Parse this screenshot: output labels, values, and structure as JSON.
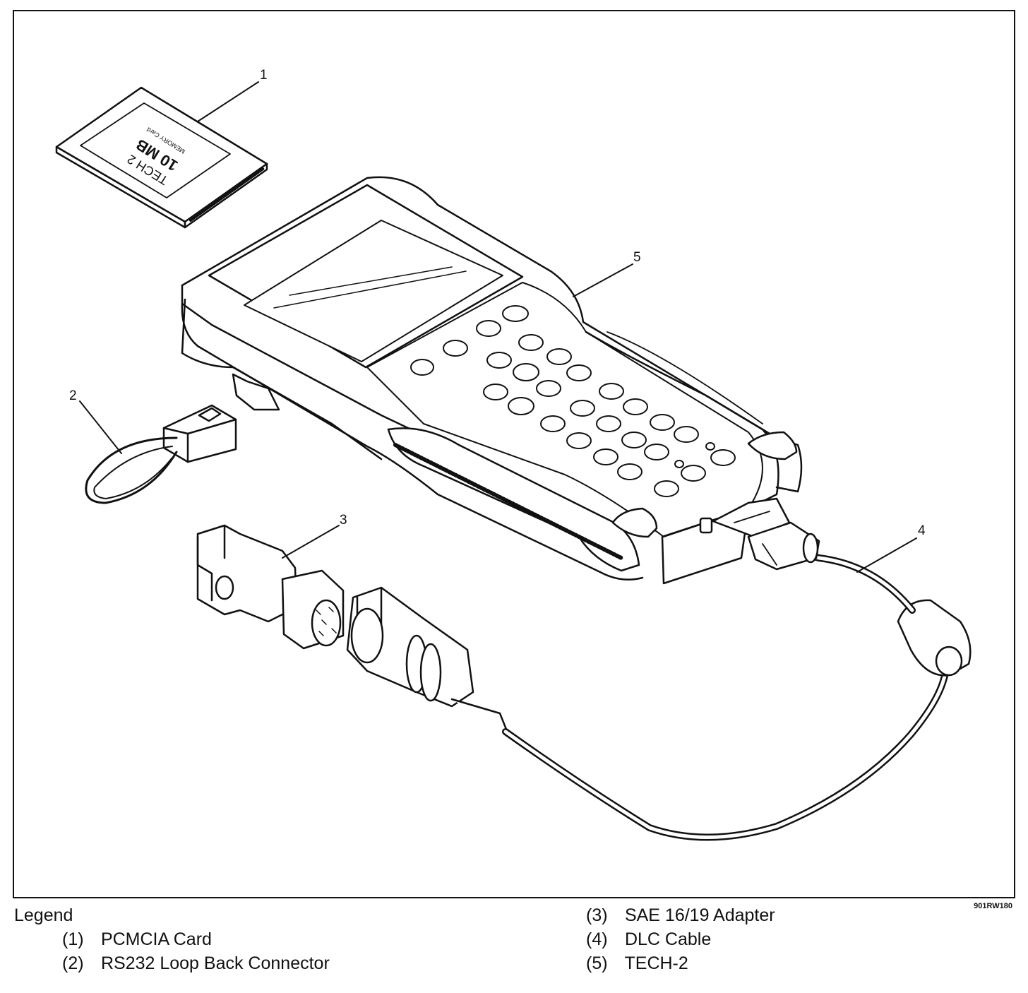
{
  "figure": {
    "id": "901RW180",
    "callouts": [
      "1",
      "2",
      "3",
      "4",
      "5"
    ]
  },
  "card": {
    "brand": "TECH 2",
    "capacity": "10 MB",
    "type": "MEMORY Card"
  },
  "legend": {
    "title": "Legend",
    "items": [
      {
        "num": "(1)",
        "label": "PCMCIA Card"
      },
      {
        "num": "(2)",
        "label": "RS232 Loop Back Connector"
      },
      {
        "num": "(3)",
        "label": "SAE 16/19 Adapter"
      },
      {
        "num": "(4)",
        "label": "DLC Cable"
      },
      {
        "num": "(5)",
        "label": "TECH-2"
      }
    ]
  }
}
